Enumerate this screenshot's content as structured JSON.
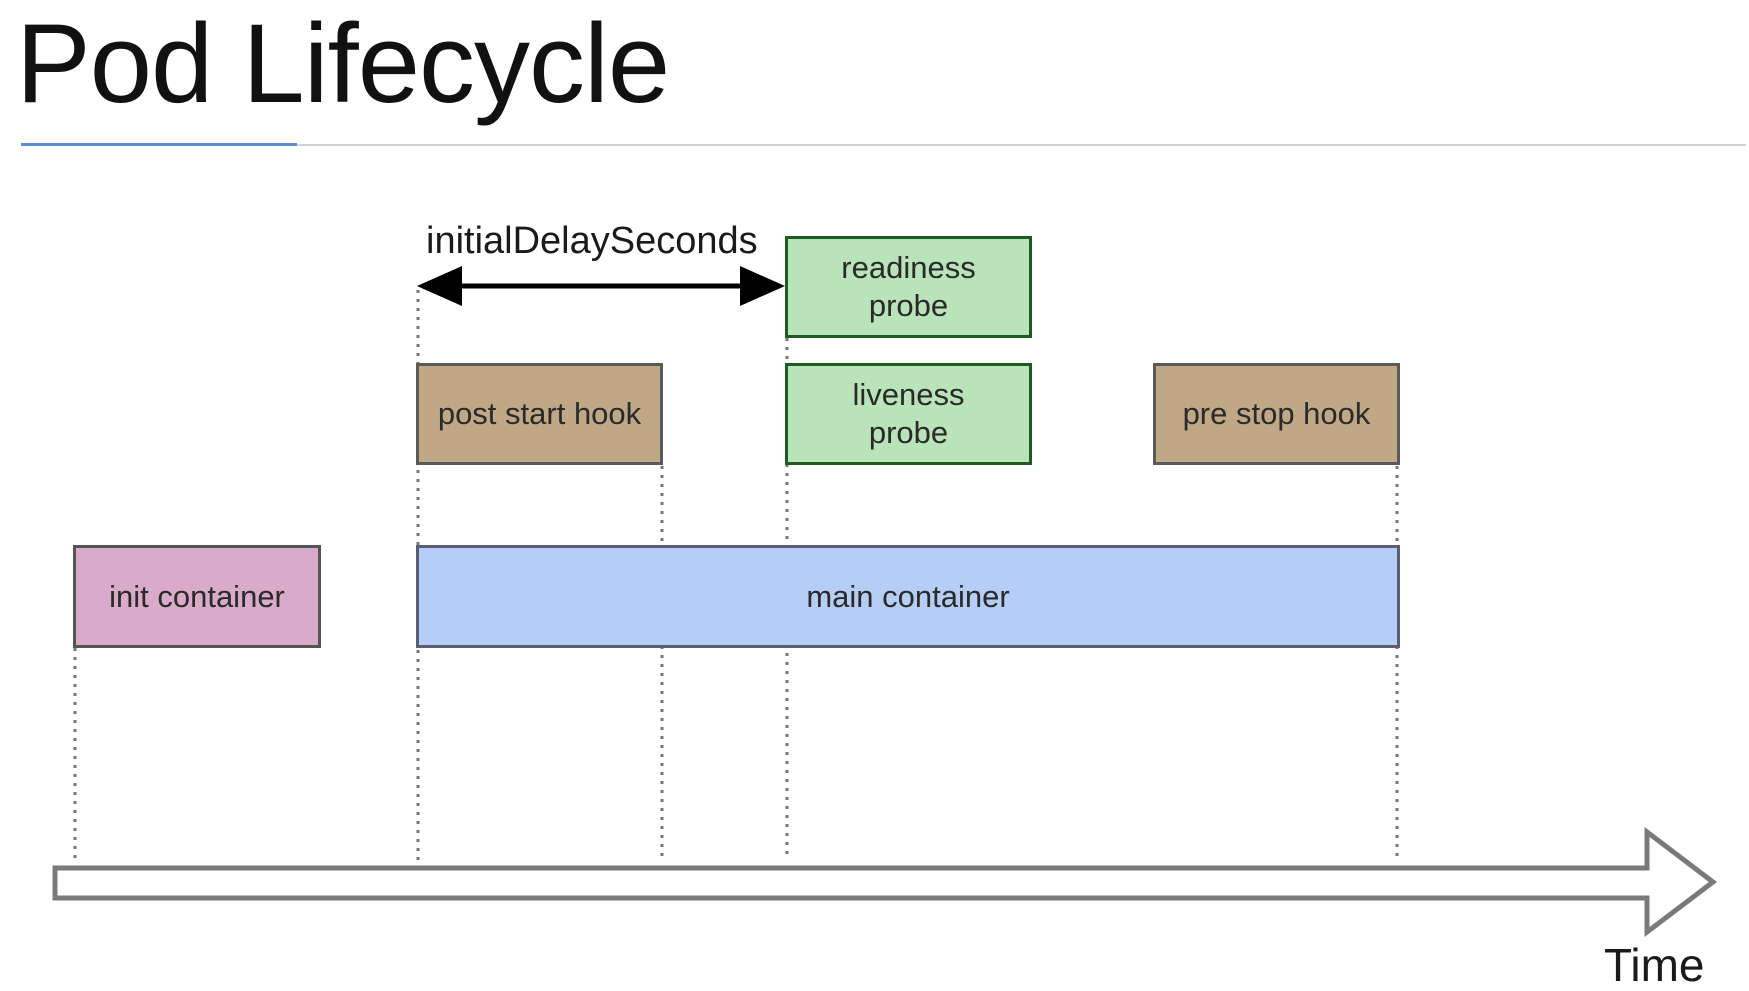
{
  "title": "Pod Lifecycle",
  "diagram": {
    "delay_label": "initialDelaySeconds",
    "boxes": {
      "readiness": "readiness\nprobe",
      "liveness": "liveness\nprobe",
      "post_start": "post start hook",
      "pre_stop": "pre stop hook",
      "init": "init container",
      "main": "main container"
    },
    "axis_label": "Time"
  },
  "colors": {
    "probe_fill": "#b9e3b9",
    "probe_border": "#1f5a22",
    "hook_fill": "#c0a886",
    "init_fill": "#d9aac9",
    "main_fill": "#b6cdf7",
    "title_underline": "#5b8fd6"
  }
}
